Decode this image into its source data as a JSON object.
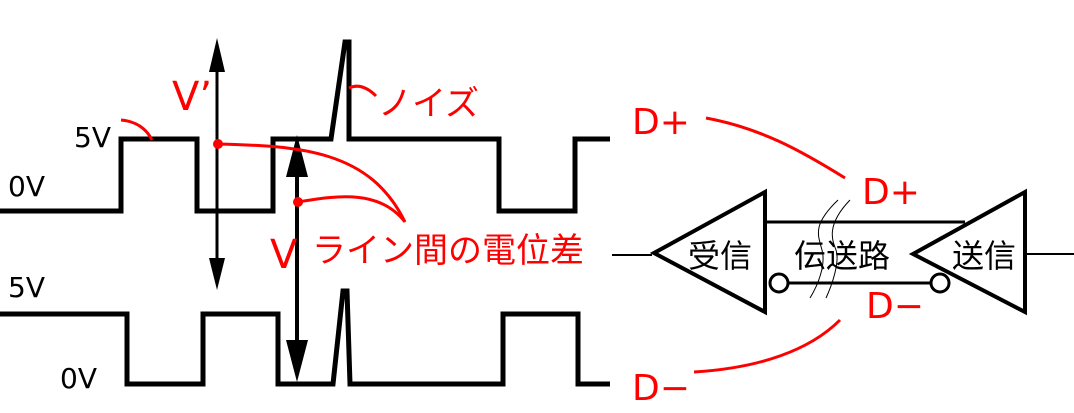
{
  "diagram": {
    "type": "differential-signaling",
    "colors": {
      "line": "#000000",
      "annotation": "#ff0000",
      "background": "#ffffff"
    },
    "upper_waveform": {
      "labels": {
        "high": "5V",
        "low": "0V"
      },
      "noise_label": "ノイズ",
      "signal_name": "D+"
    },
    "lower_waveform": {
      "labels": {
        "high": "5V",
        "low": "0V"
      },
      "signal_name": "D−"
    },
    "measurements": {
      "v_prime_label": "V’",
      "v_label": "V",
      "difference_label": "ライン間の電位差"
    },
    "circuit": {
      "receiver_label": "受信",
      "transmission_line_label": "伝送路",
      "transmitter_label": "送信",
      "line_plus_label": "D+",
      "line_minus_label": "D−"
    }
  }
}
